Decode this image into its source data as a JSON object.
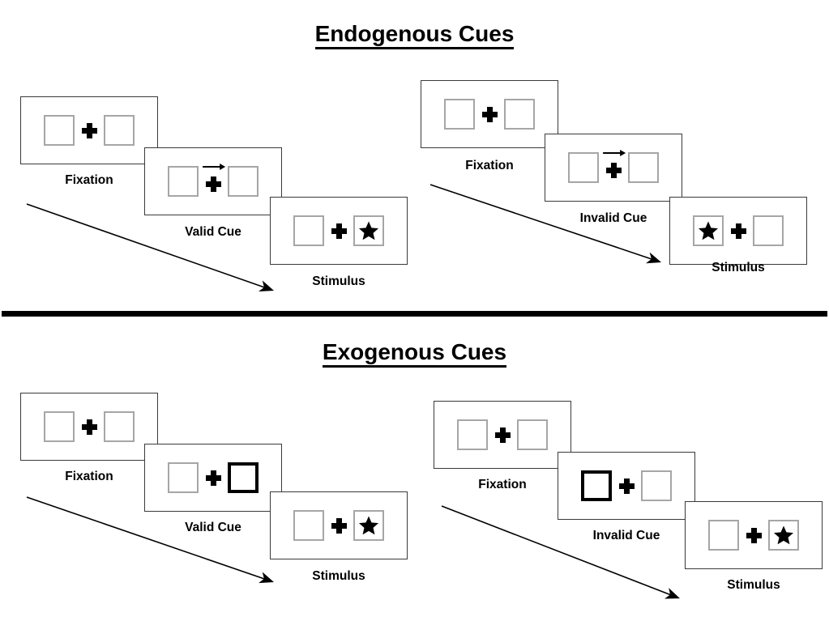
{
  "figure": {
    "sections": [
      {
        "id": "endogenous",
        "title": "Endogenous Cues",
        "cue_type": "arrow",
        "sequences": [
          {
            "id": "endogenous-valid",
            "validity": "valid",
            "frames": [
              {
                "caption": "Fixation",
                "cue": "none",
                "cue_side": "none",
                "target": "none",
                "target_side": "none"
              },
              {
                "caption": "Valid Cue",
                "cue": "arrow",
                "cue_side": "right",
                "target": "none",
                "target_side": "none"
              },
              {
                "caption": "Stimulus",
                "cue": "none",
                "cue_side": "none",
                "target": "star",
                "target_side": "right"
              }
            ]
          },
          {
            "id": "endogenous-invalid",
            "validity": "invalid",
            "frames": [
              {
                "caption": "Fixation",
                "cue": "none",
                "cue_side": "none",
                "target": "none",
                "target_side": "none"
              },
              {
                "caption": "Invalid Cue",
                "cue": "arrow",
                "cue_side": "right",
                "target": "none",
                "target_side": "none"
              },
              {
                "caption": "Stimulus",
                "cue": "none",
                "cue_side": "none",
                "target": "star",
                "target_side": "left"
              }
            ]
          }
        ]
      },
      {
        "id": "exogenous",
        "title": "Exogenous Cues",
        "cue_type": "box-flash",
        "sequences": [
          {
            "id": "exogenous-valid",
            "validity": "valid",
            "frames": [
              {
                "caption": "Fixation",
                "cue": "none",
                "cue_side": "none",
                "target": "none",
                "target_side": "none"
              },
              {
                "caption": "Valid Cue",
                "cue": "box",
                "cue_side": "right",
                "target": "none",
                "target_side": "none"
              },
              {
                "caption": "Stimulus",
                "cue": "none",
                "cue_side": "none",
                "target": "star",
                "target_side": "right"
              }
            ]
          },
          {
            "id": "exogenous-invalid",
            "validity": "invalid",
            "frames": [
              {
                "caption": "Fixation",
                "cue": "none",
                "cue_side": "none",
                "target": "none",
                "target_side": "none"
              },
              {
                "caption": "Invalid Cue",
                "cue": "box",
                "cue_side": "left",
                "target": "none",
                "target_side": "none"
              },
              {
                "caption": "Stimulus",
                "cue": "none",
                "cue_side": "none",
                "target": "star",
                "target_side": "right"
              }
            ]
          }
        ]
      }
    ],
    "colors": {
      "ink": "#000000",
      "frame_border": "#3a3a3a",
      "box_border": "#a6a6a6",
      "cued_box_border": "#000000",
      "background": "#ffffff"
    }
  },
  "labels": {
    "endogenous_title": "Endogenous Cues",
    "exogenous_title": "Exogenous Cues",
    "fixation": "Fixation",
    "valid_cue": "Valid Cue",
    "invalid_cue": "Invalid Cue",
    "stimulus": "Stimulus"
  }
}
